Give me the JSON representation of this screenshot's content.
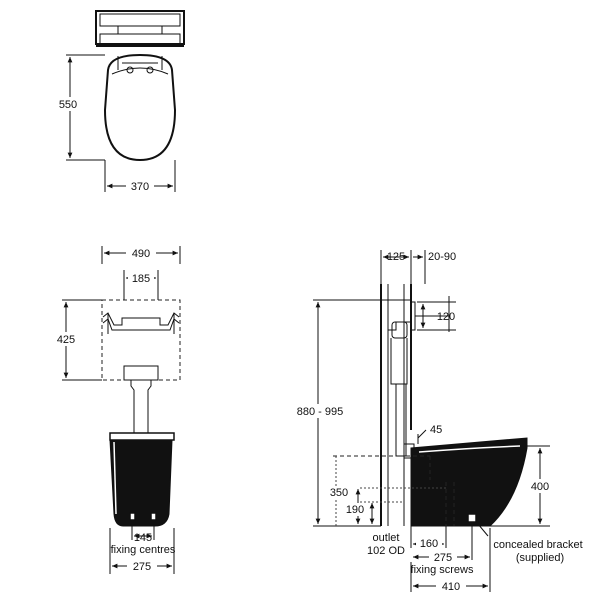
{
  "top_view": {
    "depth": "550",
    "width": "370"
  },
  "front_view": {
    "cistern_width": "490",
    "inner_width": "185",
    "cistern_height": "425",
    "fixing_centres_value": "145",
    "fixing_centres_label": "fixing centres",
    "pan_width": "275"
  },
  "side_view": {
    "frame_depth": "125",
    "wall_gap": "20-90",
    "plate_height": "120",
    "total_height": "880 - 995",
    "angle": "45",
    "pan_height": "400",
    "inlet_height": "350",
    "outlet_height": "190",
    "outlet_label": "outlet",
    "outlet_size": "102 OD",
    "outlet_offset": "160",
    "screws_offset": "275",
    "fixing_screws_label": "fixing screws",
    "bracket_label": "concealed bracket",
    "bracket_note": "(supplied)",
    "pan_depth": "410"
  }
}
